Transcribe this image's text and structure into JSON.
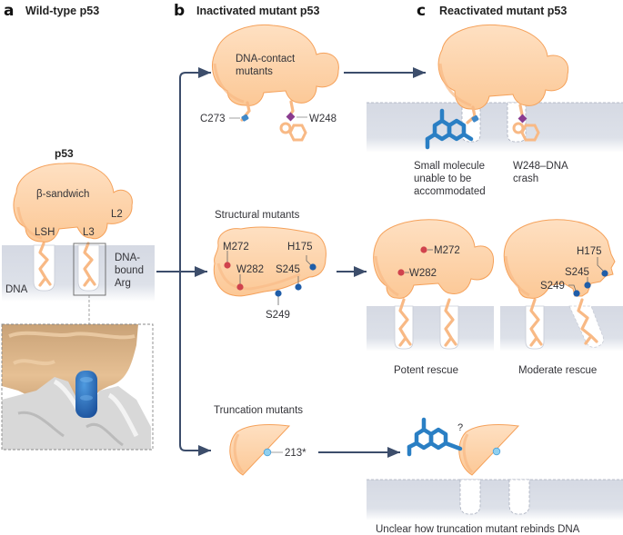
{
  "colors": {
    "protein_fill": "#fdd2a8",
    "protein_stroke": "#f5a15a",
    "protein_shadow": "#f8b985",
    "dna_fill": "#d9dde6",
    "arrow": "#3c4d6b",
    "small_molecule": "#2a7fc4",
    "structural_red": "#d0434d",
    "structural_blue": "#1f5da8",
    "c273_marker": "#3f88c8",
    "w248_marker": "#8a3b8f",
    "truncation_marker": "#8fd0f0"
  },
  "panel_a": {
    "letter": "a",
    "title": "Wild-type p53",
    "protein_label": "p53",
    "domain_label": "β-sandwich",
    "loop_labels": [
      "LSH",
      "L3",
      "L2"
    ],
    "dna_label": "DNA",
    "arg_label_lines": [
      "DNA-",
      "bound",
      "Arg"
    ],
    "inset": "surface-structure-of-DNA-bound-arginine"
  },
  "panel_b": {
    "letter": "b",
    "title": "Inactivated mutant p53",
    "dna_contact": {
      "label_lines": [
        "DNA-contact",
        "mutants"
      ],
      "mutations": [
        "C273",
        "W248"
      ]
    },
    "structural": {
      "label": "Structural mutants",
      "mutations_red": [
        "M272",
        "W282"
      ],
      "mutations_blue": [
        "H175",
        "S245",
        "S249"
      ]
    },
    "truncation": {
      "label": "Truncation mutants",
      "mutation": "213*"
    }
  },
  "panel_c": {
    "letter": "c",
    "title": "Reactivated mutant p53",
    "dna_contact_captions": {
      "left_lines": [
        "Small molecule",
        "unable to be",
        "accommodated"
      ],
      "right_lines": [
        "W248–DNA",
        "crash"
      ]
    },
    "structural": {
      "potent": {
        "caption": "Potent rescue",
        "mutations": [
          "M272",
          "W282"
        ]
      },
      "moderate": {
        "caption": "Moderate rescue",
        "mutations": [
          "H175",
          "S245",
          "S249"
        ]
      }
    },
    "truncation": {
      "question_mark": "?",
      "caption": "Unclear how truncation mutant rebinds DNA"
    }
  }
}
